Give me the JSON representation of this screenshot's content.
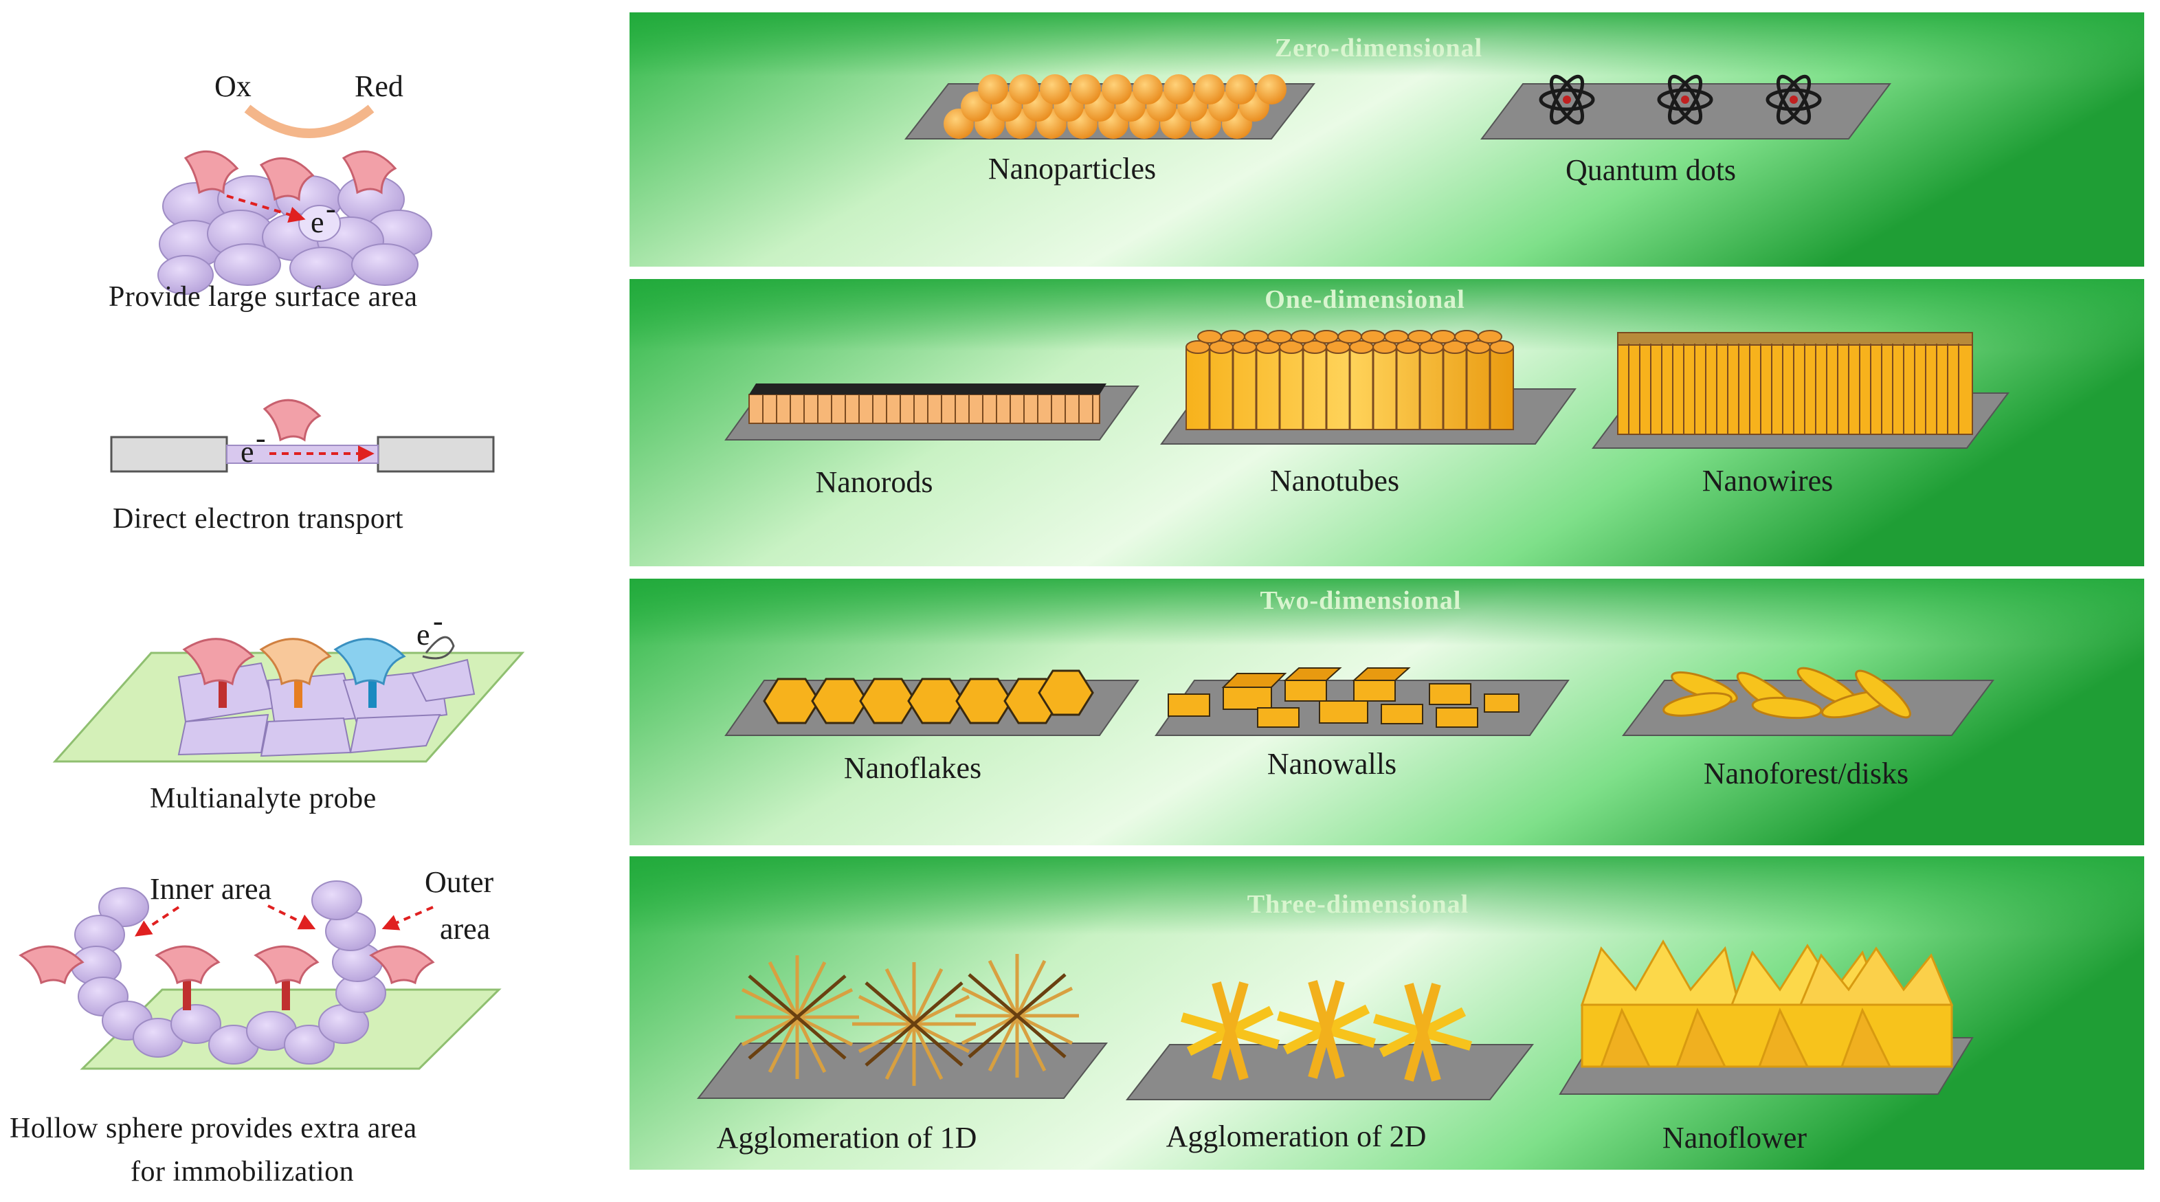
{
  "left": {
    "ox_label": "Ox",
    "red_label": "Red",
    "electron_symbol": "e",
    "electron_sup": "-",
    "large_surface_caption": "Provide large surface area",
    "direct_transport_caption": "Direct electron transport",
    "multianalyte_caption": "Multianalyte probe",
    "inner_area_label": "Inner area",
    "outer_area_label_line1": "Outer",
    "outer_area_label_line2": "area",
    "hollow_caption_line1": "Hollow sphere provides extra area",
    "hollow_caption_line2": "for immobilization"
  },
  "panels": [
    {
      "title": "Zero-dimensional",
      "items": [
        "Nanoparticles",
        "Quantum dots"
      ]
    },
    {
      "title": "One-dimensional",
      "items": [
        "Nanorods",
        "Nanotubes",
        "Nanowires"
      ]
    },
    {
      "title": "Two-dimensional",
      "items": [
        "Nanoflakes",
        "Nanowalls",
        "Nanoforest/disks"
      ]
    },
    {
      "title": "Three-dimensional",
      "items": [
        "Agglomeration of 1D",
        "Agglomeration of 2D",
        "Nanoflower"
      ]
    }
  ],
  "colors": {
    "panel_green_dark": "#1fa83a",
    "panel_green_light": "#e6f9e4",
    "nano_orange": "#f5a21a",
    "nano_yellow": "#f7c31c",
    "substrate_gray": "#8a8a8a",
    "lavender": "#c9b8e8",
    "pink_receptor": "#f2a0a8",
    "substrate_green": "#d4f0b8"
  }
}
